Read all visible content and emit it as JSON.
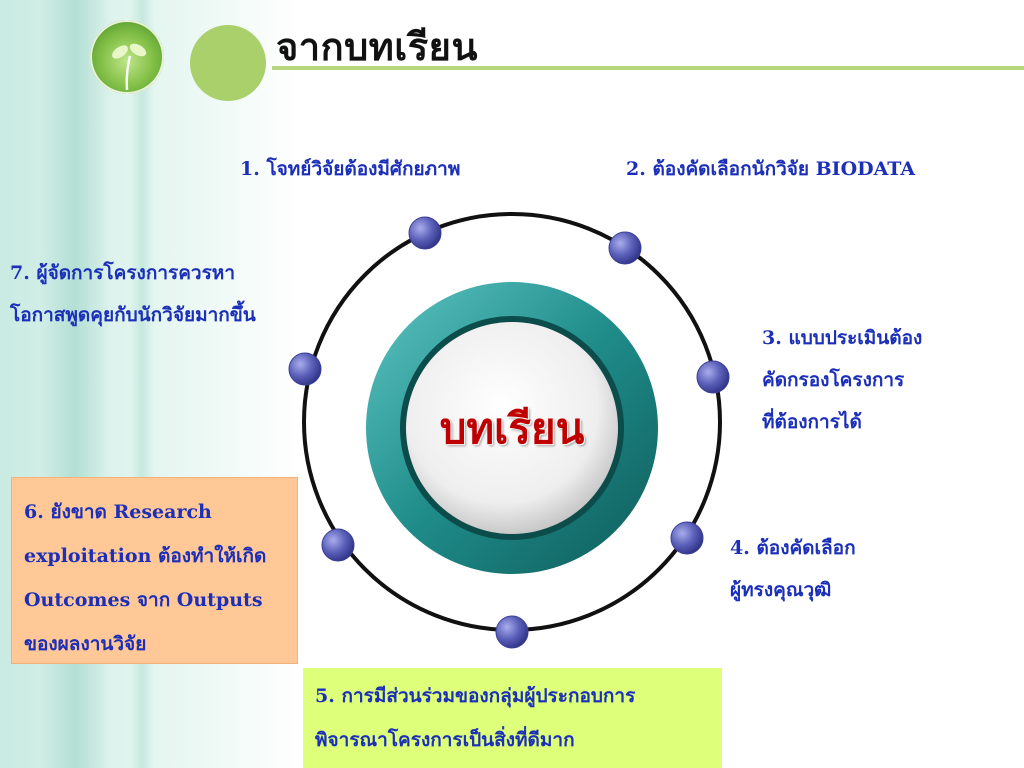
{
  "title": "จากบทเรียน",
  "hub": {
    "label": "บทเรียน"
  },
  "items": [
    {
      "lines": [
        "1. โจทย์วิจัยต้องมีศักยภาพ"
      ]
    },
    {
      "lines": [
        "2. ต้องคัดเลือกนักวิจัย BIODATA"
      ]
    },
    {
      "lines": [
        "3. แบบประเมินต้อง",
        "คัดกรองโครงการ",
        "ที่ต้องการได้"
      ]
    },
    {
      "lines": [
        "4. ต้องคัดเลือก",
        "ผู้ทรงคุณวุฒิ"
      ]
    },
    {
      "lines": [
        "5. การมีส่วนร่วมของกลุ่มผู้ประกอบการ",
        "พิจารณาโครงการเป็นสิ่งที่ดีมาก"
      ]
    },
    {
      "lines": [
        "6. ยังขาด Research",
        "exploitation ต้องทำให้เกิด",
        "Outcomes จาก Outputs",
        "ของผลงานวิจัย"
      ]
    },
    {
      "lines": [
        "7. ผู้จัดการโครงการควรหา",
        "โอกาสพูดคุยกับนักวิจัยมากขึ้น"
      ]
    }
  ],
  "colors": {
    "label_text": "#1b2fb8",
    "hub_text": "#c00000",
    "node_fill": "#5a5fb8",
    "hub_ring": "#1f8c8a",
    "orange_box": "#ffc896",
    "green_box": "#ddff7a"
  }
}
